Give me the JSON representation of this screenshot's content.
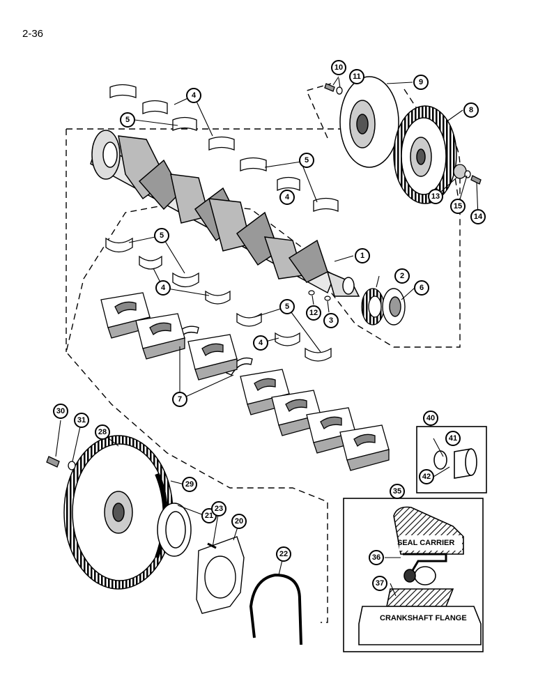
{
  "page_number": "2-36",
  "callouts": [
    "1",
    "2",
    "3",
    "4",
    "5",
    "6",
    "7",
    "8",
    "9",
    "10",
    "11",
    "12",
    "13",
    "14",
    "15",
    "20",
    "21",
    "22",
    "23",
    "28",
    "29",
    "30",
    "31",
    "35",
    "36",
    "37",
    "40",
    "41",
    "42"
  ],
  "inset_labels": {
    "seal_carrier": "SEAL CARRIER",
    "crankshaft_flange": "CRANKSHAFT FLANGE"
  }
}
